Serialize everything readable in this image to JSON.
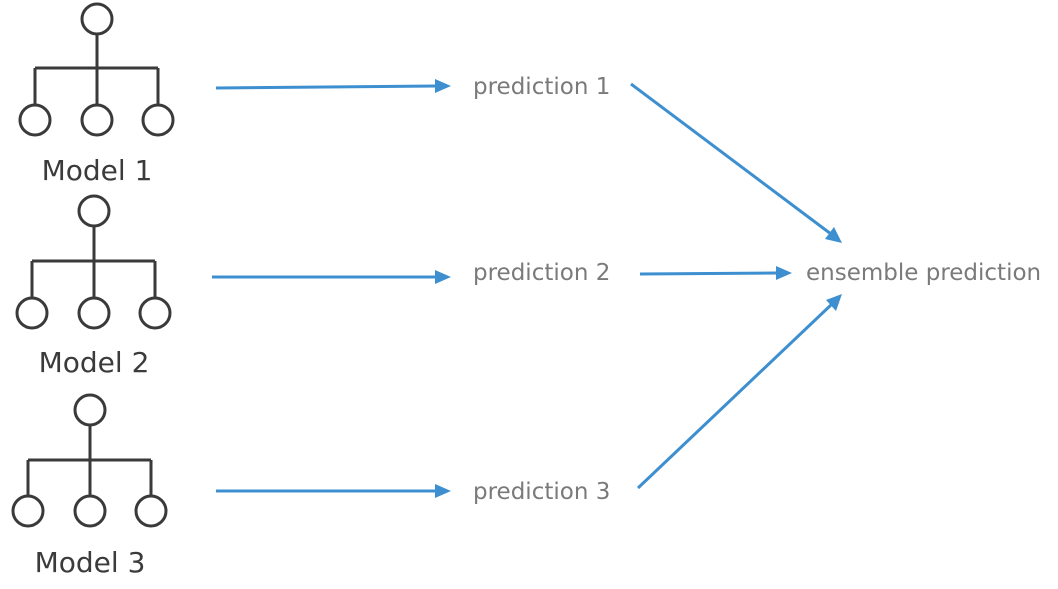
{
  "models": [
    {
      "label": "Model 1"
    },
    {
      "label": "Model 2"
    },
    {
      "label": "Model 3"
    }
  ],
  "predictions": [
    {
      "label": "prediction 1"
    },
    {
      "label": "prediction 2"
    },
    {
      "label": "prediction 3"
    }
  ],
  "ensemble": {
    "label": "ensemble prediction"
  },
  "colors": {
    "arrow": "#3d8fd0",
    "prediction_text": "#7a7a7a",
    "model_text": "#3b3b3b",
    "tree": "#3a3a3a"
  },
  "icons": {
    "model": "tree-hierarchy-icon"
  }
}
